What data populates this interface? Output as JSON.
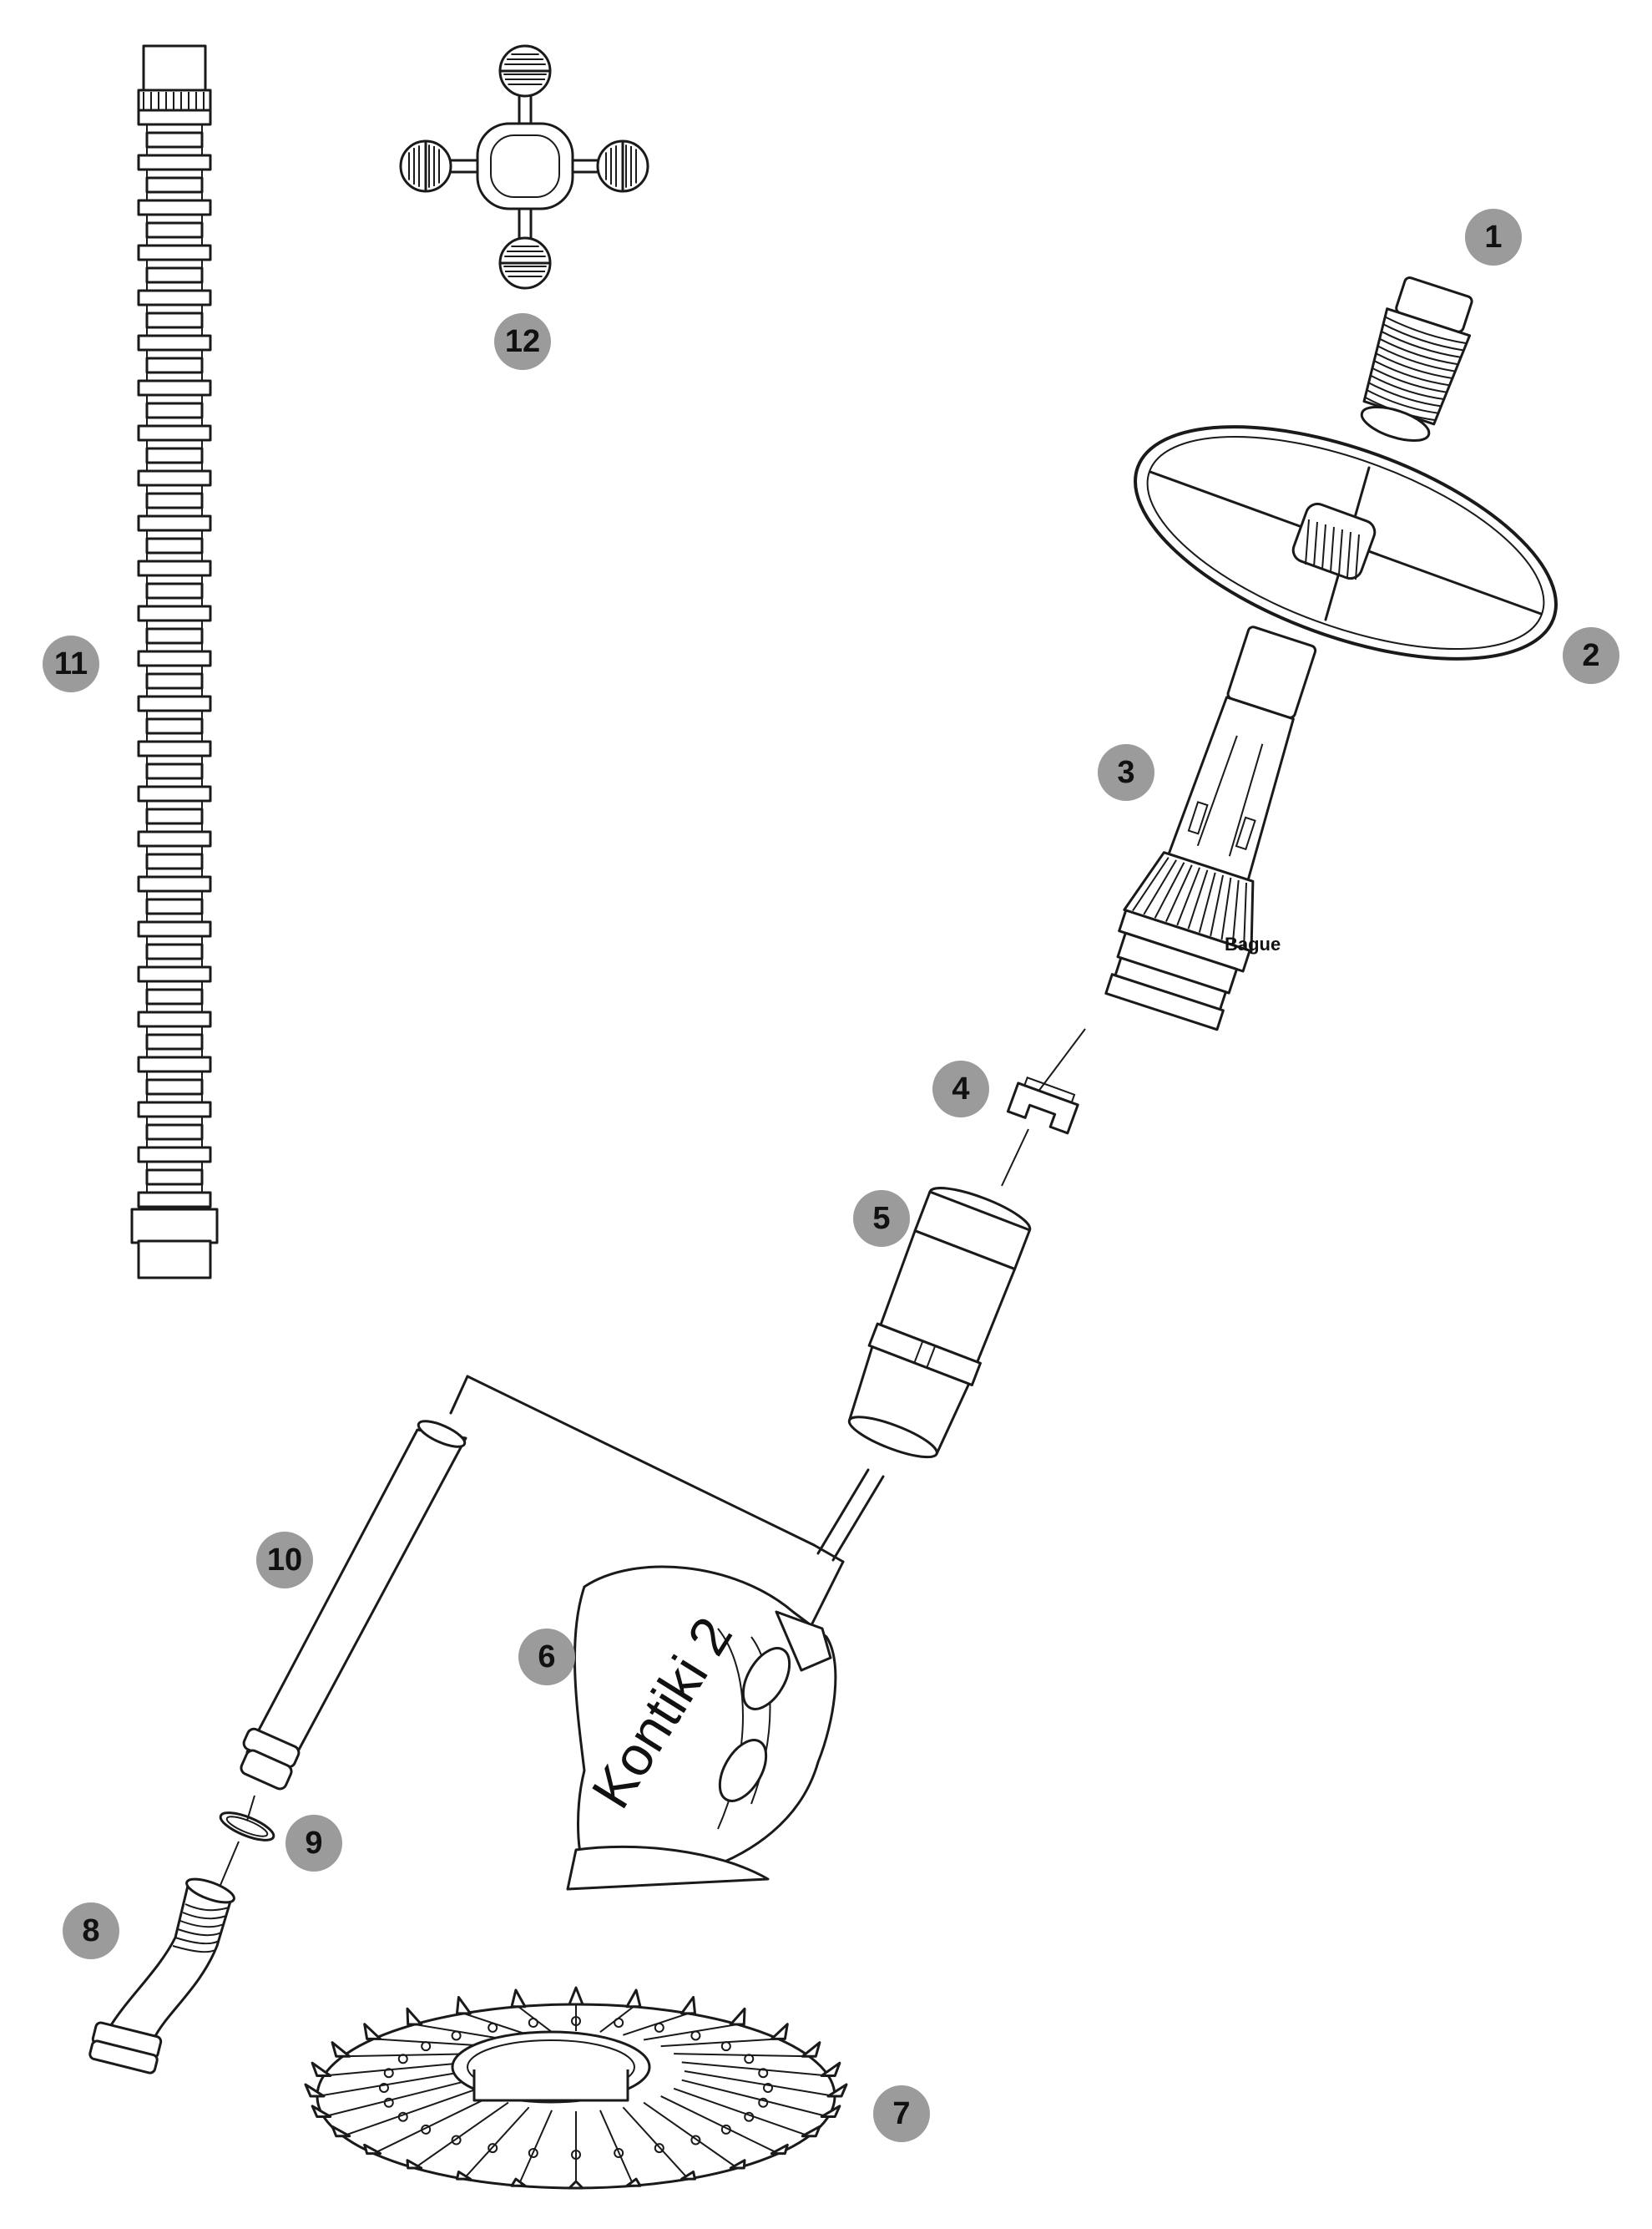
{
  "labels": {
    "bague": "Bague",
    "brand": "Kontiki 2"
  },
  "parts": [
    {
      "number": "1"
    },
    {
      "number": "2"
    },
    {
      "number": "3"
    },
    {
      "number": "4"
    },
    {
      "number": "5"
    },
    {
      "number": "6"
    },
    {
      "number": "7"
    },
    {
      "number": "8"
    },
    {
      "number": "9"
    },
    {
      "number": "10"
    },
    {
      "number": "11"
    },
    {
      "number": "12"
    }
  ],
  "colors": {
    "badge": "#9b9b9b",
    "line": "#1a1a1a",
    "background": "#ffffff"
  }
}
